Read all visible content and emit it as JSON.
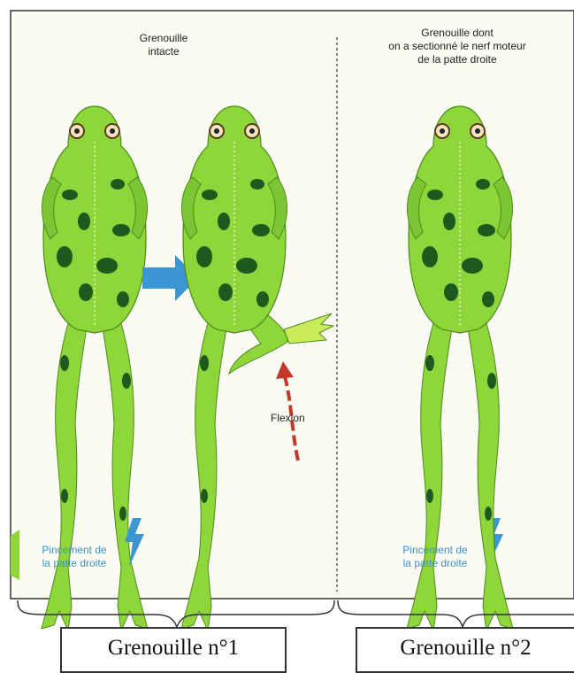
{
  "panel_left": {
    "title_line1": "Grenouille",
    "title_line2": "intacte",
    "flexion_label": "Flexion",
    "pinch_line1": "Pincement de",
    "pinch_line2": "la patte droite"
  },
  "panel_right": {
    "title_line1": "Grenouille dont",
    "title_line2": "on a sectionné le nerf moteur",
    "title_line3": "de la patte droite",
    "pinch_line1": "Pincement de",
    "pinch_line2": "la patte droite"
  },
  "groups": {
    "frog1_label": "Grenouille n°1",
    "frog2_label": "Grenouille n°2"
  },
  "colors": {
    "frog_green": "#8fd63a",
    "frog_dark_spot": "#1e5a1e",
    "arrow_blue": "#3a97d4",
    "flexion_red": "#c0392b",
    "panel_bg": "#fbfbf4"
  }
}
